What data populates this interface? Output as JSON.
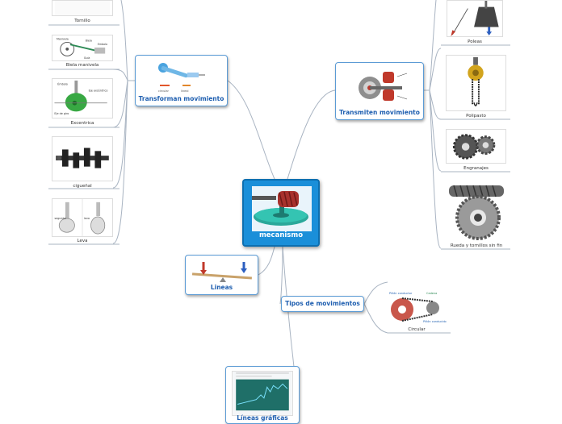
{
  "root": {
    "label": "mecanismo"
  },
  "topics": {
    "transforman": "Transforman movimiento",
    "transmiten": "Transmiten movimiento",
    "lineas": "Lineas",
    "tipos": "Tipos de movimientos",
    "grafica": "Líneas gráficas"
  },
  "leaves": {
    "tornillo": "Tornillo",
    "biela": "Biela manivela",
    "excentrica": "Excentrica",
    "ciguenal": "cigueñal",
    "leva": "Leva",
    "poleas": "Poleas",
    "polipasto": "Polipasto",
    "engranajes": "Engranajes",
    "rueda": "Rueda y tornillos sin fin",
    "circular": "Circular"
  },
  "colors": {
    "accent": "#1a8fd9",
    "topic_border": "#5b9bd5",
    "topic_text": "#1f5fb0",
    "connector": "#a9b4c2"
  }
}
